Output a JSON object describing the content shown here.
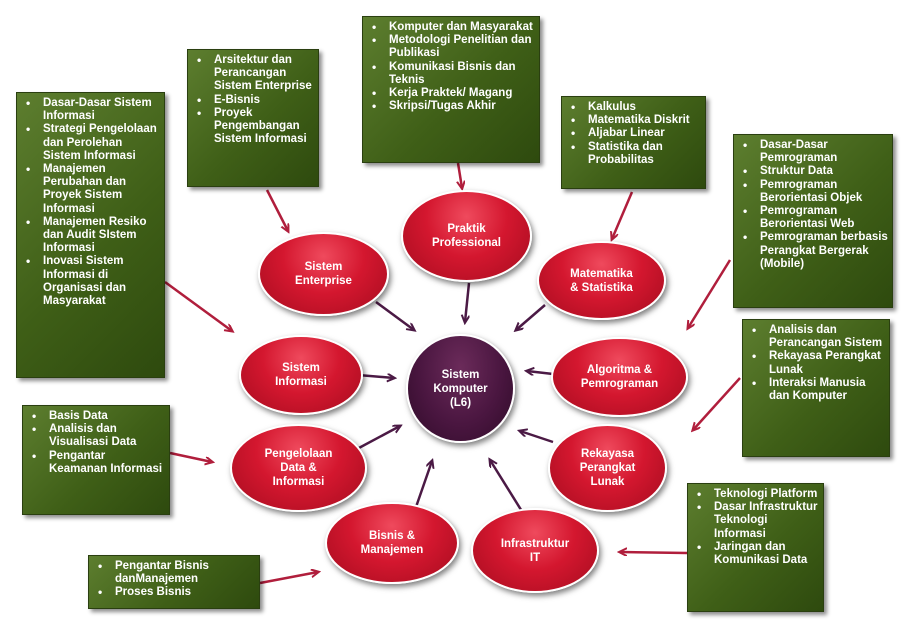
{
  "colors": {
    "box_fill": "#3f5f17",
    "node_fill": "#d4172f",
    "center_fill": "#4a1640",
    "box_arrow": "#b01e3c",
    "node_arrow": "#4b1a45"
  },
  "center": {
    "label": "Sistem\nKomputer\n(L6)"
  },
  "nodes": {
    "praktik": "Praktik\nProfessional",
    "enterprise": "Sistem\nEnterprise",
    "matematika": "Matematika\n& Statistika",
    "informasi": "Sistem\nInformasi",
    "algoritma": "Algoritma &\nPemrograman",
    "data": "Pengelolaan\nData &\nInformasi",
    "rekayasa": "Rekayasa\nPerangkat\nLunak",
    "bisnis": "Bisnis &\nManajemen",
    "infrastruktur": "Infrastruktur\nIT"
  },
  "boxes": {
    "praktik": [
      "Komputer dan Masyarakat",
      "Metodologi Penelitian dan Publikasi",
      "Komunikasi Bisnis dan Teknis",
      "Kerja Praktek/ Magang",
      "Skripsi/Tugas Akhir"
    ],
    "enterprise": [
      "Arsitektur dan Perancangan Sistem Enterprise",
      "E-Bisnis",
      "Proyek Pengembangan Sistem Informasi"
    ],
    "informasi": [
      "Dasar-Dasar Sistem Informasi",
      "Strategi Pengelolaan dan Perolehan Sistem Informasi",
      "Manajemen Perubahan dan Proyek Sistem Informasi",
      "Manajemen Resiko dan Audit SIstem Informasi",
      "Inovasi Sistem Informasi di Organisasi dan Masyarakat"
    ],
    "matematika": [
      "Kalkulus",
      "Matematika Diskrit",
      "Aljabar Linear",
      "Statistika dan Probabilitas"
    ],
    "algoritma": [
      "Dasar-Dasar Pemrograman",
      "Struktur Data",
      "Pemrograman Berorientasi Objek",
      "Pemrograman Berorientasi Web",
      "Pemrograman berbasis Perangkat Bergerak (Mobile)"
    ],
    "rekayasa": [
      "Analisis dan Perancangan Sistem",
      "Rekayasa Perangkat Lunak",
      "Interaksi Manusia dan Komputer"
    ],
    "data": [
      "Basis Data",
      "Analisis dan Visualisasi Data",
      "Pengantar Keamanan Informasi"
    ],
    "infrastruktur": [
      "Teknologi Platform",
      "Dasar Infrastruktur Teknologi Informasi",
      "Jaringan dan Komunikasi Data"
    ],
    "bisnis": [
      "Pengantar Bisnis danManajemen",
      "Proses Bisnis"
    ]
  }
}
